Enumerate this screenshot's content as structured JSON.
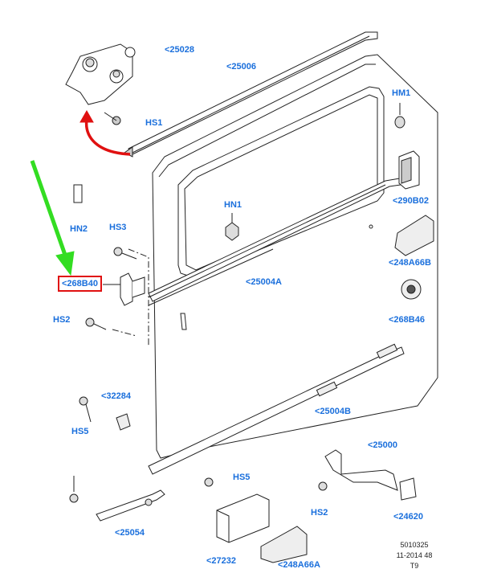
{
  "labels": {
    "p25028": "<25028",
    "p25006": "<25006",
    "hs1": "HS1",
    "hm1": "HM1",
    "p290B02": "<290B02",
    "hn1": "HN1",
    "hn2": "HN2",
    "hs3": "HS3",
    "p268B40": "<268B40",
    "p248A66B": "<248A66B",
    "p25004A": "<25004A",
    "hs2_left": "HS2",
    "p268B46": "<268B46",
    "p32284": "<32284",
    "p25004B": "<25004B",
    "hs5_left": "HS5",
    "p25000": "<25000",
    "hs5_mid": "HS5",
    "hs2_right": "HS2",
    "p24620": "<24620",
    "p25054": "<25054",
    "p27232": "<27232",
    "p248A66A": "<248A66A"
  },
  "reference": {
    "number": "5010325",
    "date": "11-2014 48",
    "code": "T9"
  },
  "colors": {
    "label": "#1a6fdc",
    "highlight_box": "#e01010",
    "pointer_arrow": "#33dd22",
    "curved_arrow": "#e01010"
  }
}
